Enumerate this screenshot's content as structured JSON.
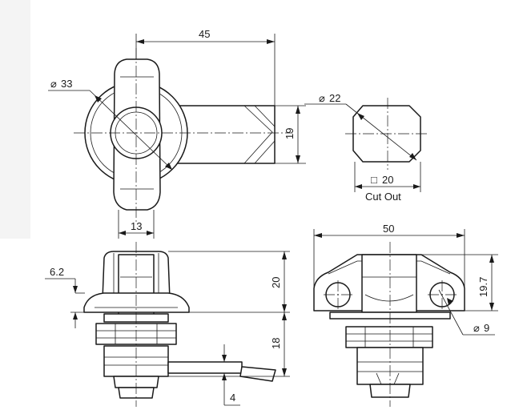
{
  "dimensions": {
    "width_top": "45",
    "head_diameter": "33",
    "cutout_diameter": "22",
    "tongue_width": "19",
    "cutout_square": "20",
    "cutout_caption": "Cut Out",
    "grip_width": "13",
    "side_width": "50",
    "flange_thickness": "6.2",
    "head_height": "20",
    "side_height": "19.7",
    "body_length": "18",
    "hole_diameter": "9",
    "tongue_offset": "4"
  },
  "symbols": {
    "diameter": "⌀",
    "square": "□"
  }
}
